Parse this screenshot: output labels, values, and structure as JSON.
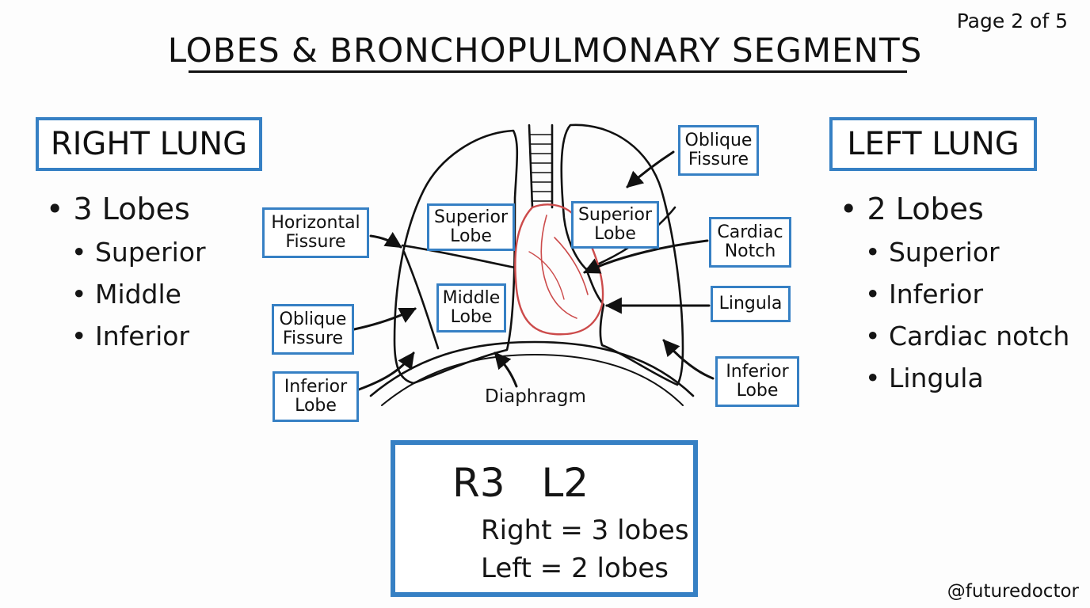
{
  "page_number": "Page 2 of 5",
  "title": "LOBES & BRONCHOPULMONARY SEGMENTS",
  "right_panel": {
    "heading": "RIGHT LUNG",
    "main": "3 Lobes",
    "items": [
      "Superior",
      "Middle",
      "Inferior"
    ]
  },
  "left_panel": {
    "heading": "LEFT LUNG",
    "main": "2 Lobes",
    "items": [
      "Superior",
      "Inferior",
      "Cardiac notch",
      "Lingula"
    ]
  },
  "diagram_labels": {
    "horizontal_fissure": "Horizontal Fissure",
    "right_oblique_fissure": "Oblique Fissure",
    "right_inferior_lobe": "Inferior Lobe",
    "right_superior_lobe": "Superior Lobe",
    "right_middle_lobe": "Middle Lobe",
    "left_superior_lobe": "Superior Lobe",
    "left_oblique_fissure": "Oblique Fissure",
    "cardiac_notch": "Cardiac Notch",
    "lingula": "Lingula",
    "left_inferior_lobe": "Inferior Lobe",
    "diaphragm": "Diaphragm"
  },
  "summary": {
    "mnemonic": "R3 L2",
    "line1": "Right = 3 lobes",
    "line2": "Left = 2 lobes"
  },
  "handle": "@futuredoctor",
  "colors": {
    "box_border": "#3680c4",
    "heart": "#cc4b4b",
    "ink": "#111111"
  }
}
